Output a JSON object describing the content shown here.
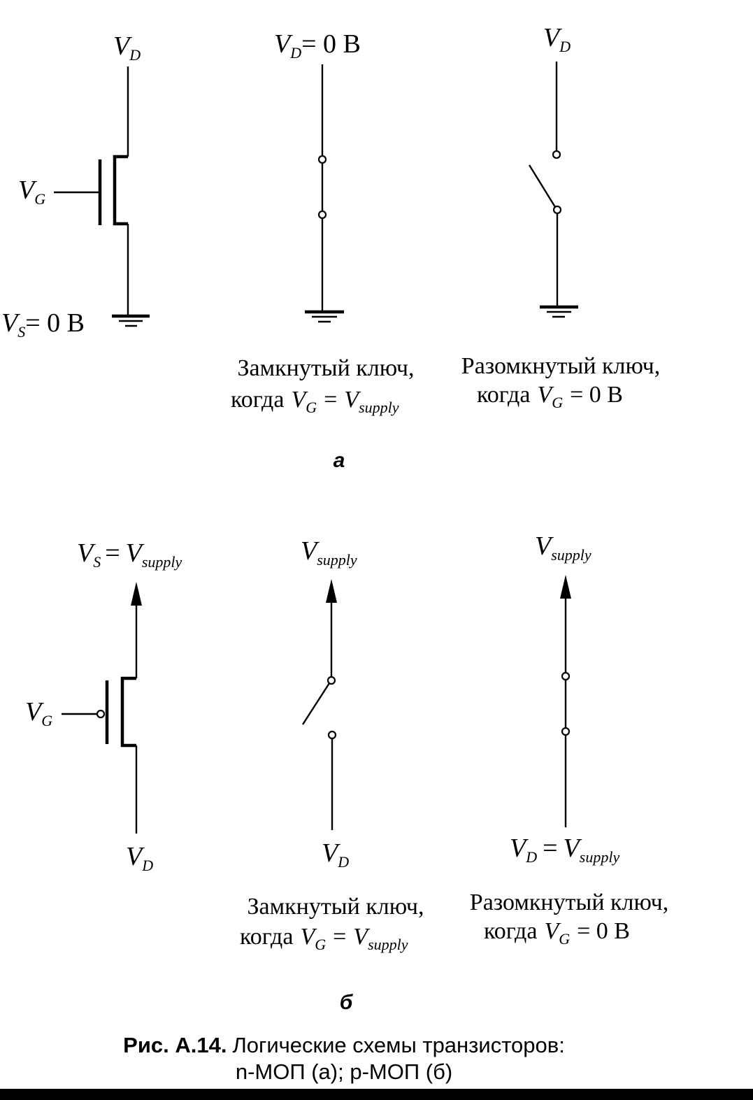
{
  "panel_a": {
    "tag": "а",
    "transistor": {
      "drain_label": "D",
      "gate_label": "G",
      "source_label": "S",
      "source_value": "= 0 В"
    },
    "closed_switch": {
      "top_label_sub": "D",
      "top_value": "= 0 В",
      "caption_line1": "Замкнутый ключ,",
      "caption_line2_prefix": "когда",
      "caption_line2_sub": "G",
      "caption_line2_eq": "=",
      "caption_line2_rhs_sub": "supply"
    },
    "open_switch": {
      "top_label_sub": "D",
      "caption_line1": "Разомкнутый ключ,",
      "caption_line2_prefix": "когда",
      "caption_line2_sub": "G",
      "caption_line2_value": "= 0 В"
    }
  },
  "panel_b": {
    "tag": "б",
    "transistor": {
      "source_label": "S",
      "source_eq": "=",
      "source_rhs_sub": "supply",
      "gate_label": "G",
      "drain_label": "D"
    },
    "closed_switch": {
      "top_label_sub": "supply",
      "bottom_label_sub": "D",
      "caption_line1": "Замкнутый ключ,",
      "caption_line2_prefix": "когда",
      "caption_line2_sub": "G",
      "caption_line2_eq": "=",
      "caption_line2_rhs_sub": "supply"
    },
    "open_switch": {
      "top_label_sub": "supply",
      "bottom_label_sub": "D",
      "bottom_eq": "=",
      "bottom_rhs_sub": "supply",
      "caption_line1": "Разомкнутый ключ,",
      "caption_line2_prefix": "когда",
      "caption_line2_sub": "G",
      "caption_line2_value": "= 0 В"
    }
  },
  "symbol": "V",
  "figure_caption": {
    "line1_bold": "Рис. А.14.",
    "line1_rest": "Логические схемы транзисторов:",
    "line2": "n-МОП (а); p-МОП (б)"
  }
}
